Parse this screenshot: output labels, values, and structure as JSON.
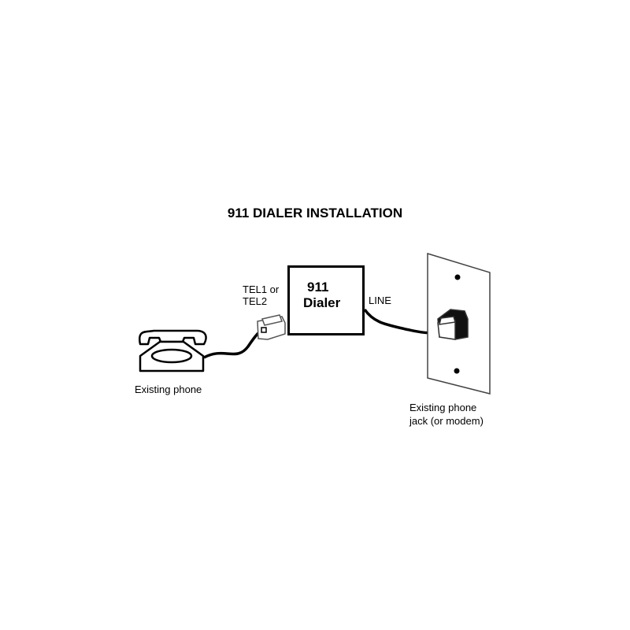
{
  "title": "911 DIALER INSTALLATION",
  "dialer": {
    "line1": "911",
    "line2": "Dialer"
  },
  "tel_port": {
    "line1": "TEL1 or",
    "line2": "TEL2"
  },
  "line_port": "LINE",
  "phone_label": "Existing phone",
  "jack_label": {
    "line1": "Existing phone",
    "line2": "jack (or modem)"
  }
}
